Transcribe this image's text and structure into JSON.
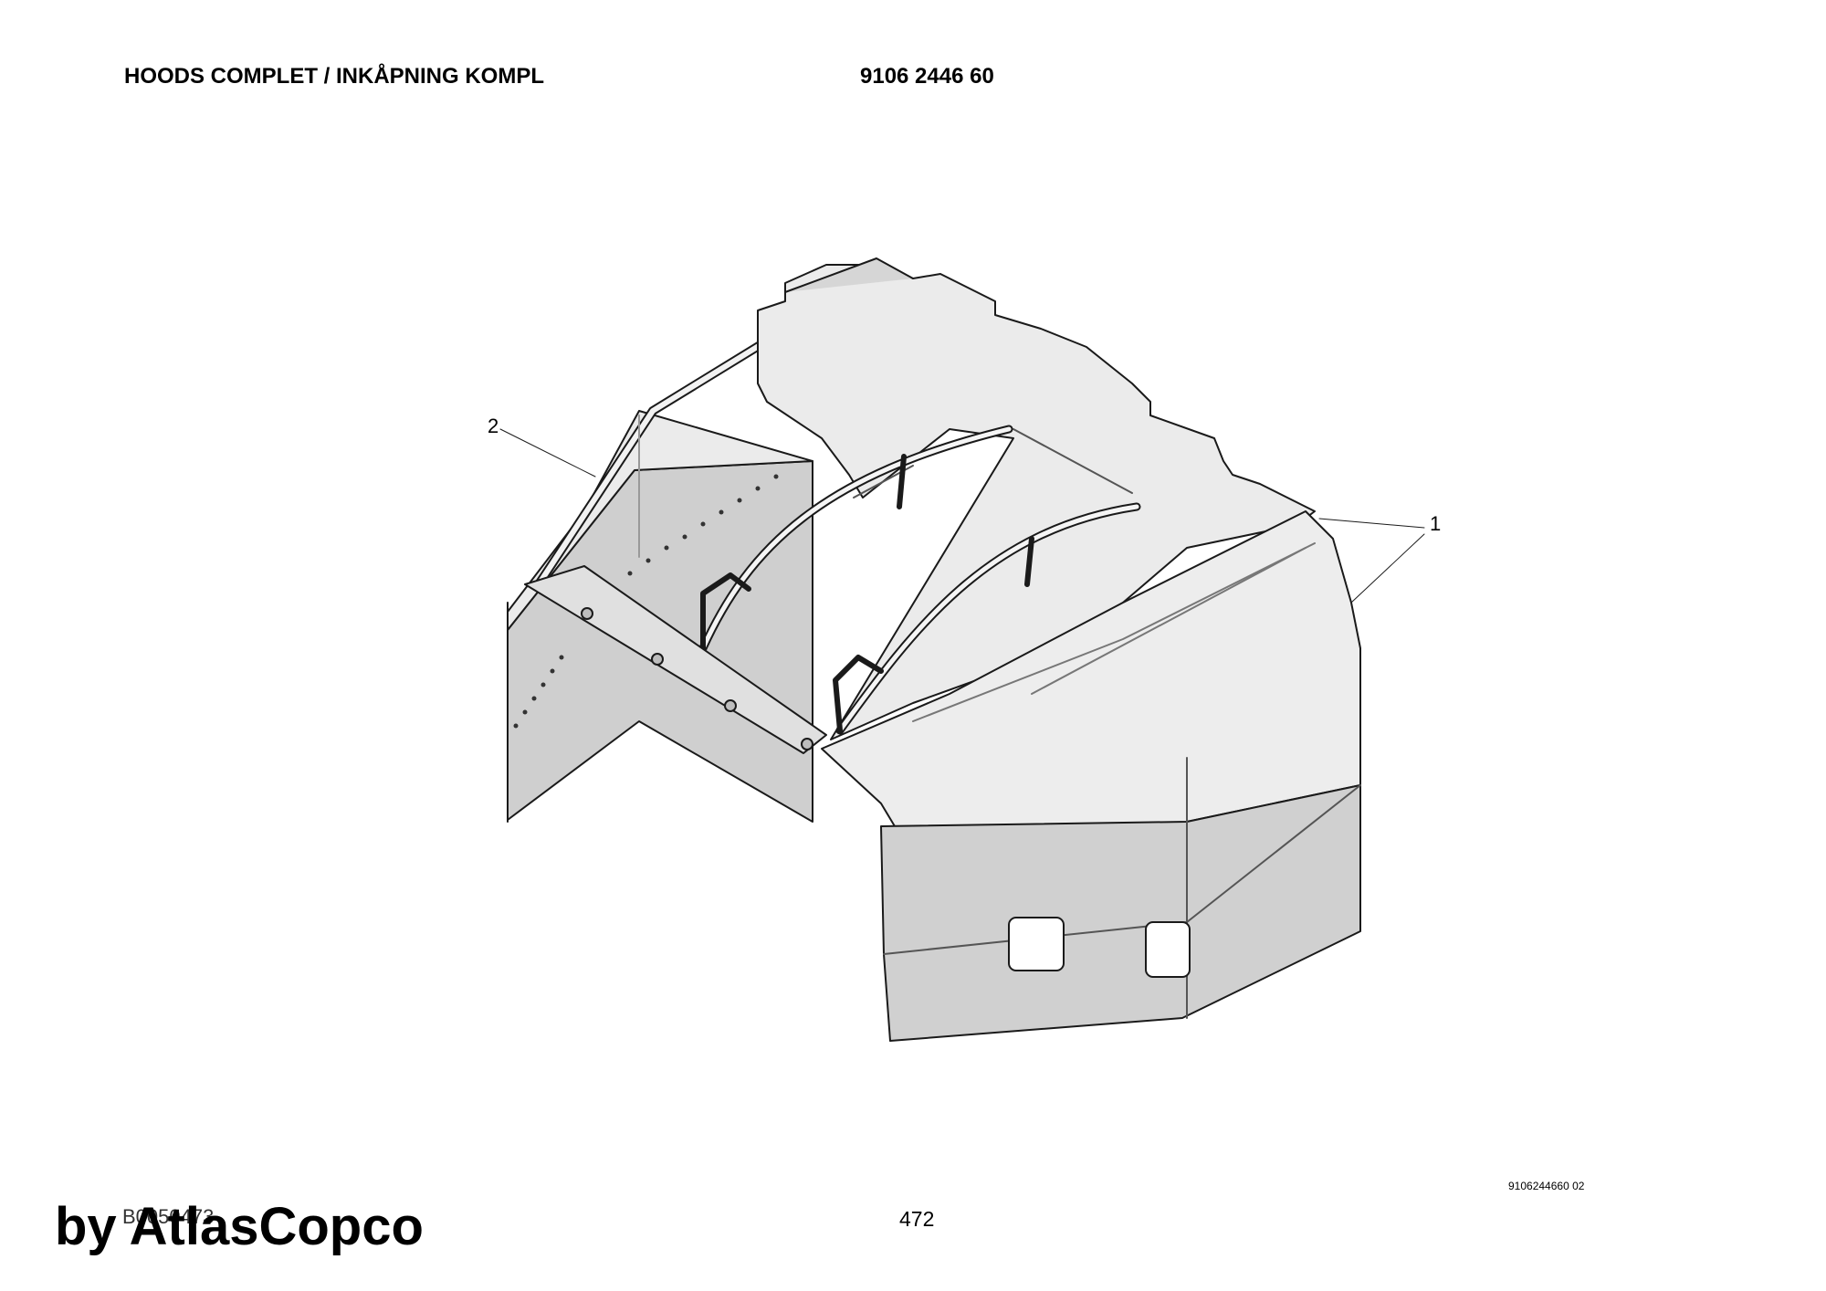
{
  "header": {
    "title": "HOODS COMPLET / INKÅPNING KOMPL",
    "part_number": "9106 2446 60"
  },
  "callouts": [
    "1",
    "2"
  ],
  "footer": {
    "drawing_reference": "9106244660 02",
    "document_code": "B0050473",
    "page_number": "472",
    "watermark": "by AtlasCopco"
  }
}
